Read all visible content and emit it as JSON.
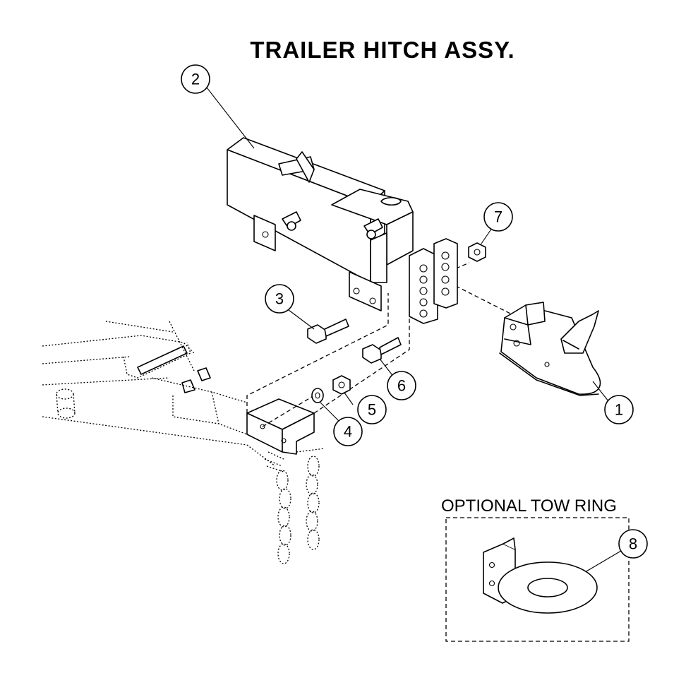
{
  "title": "TRAILER HITCH ASSY.",
  "optional_label": "OPTIONAL TOW RING",
  "callouts": [
    "1",
    "2",
    "3",
    "4",
    "5",
    "6",
    "7",
    "8"
  ]
}
